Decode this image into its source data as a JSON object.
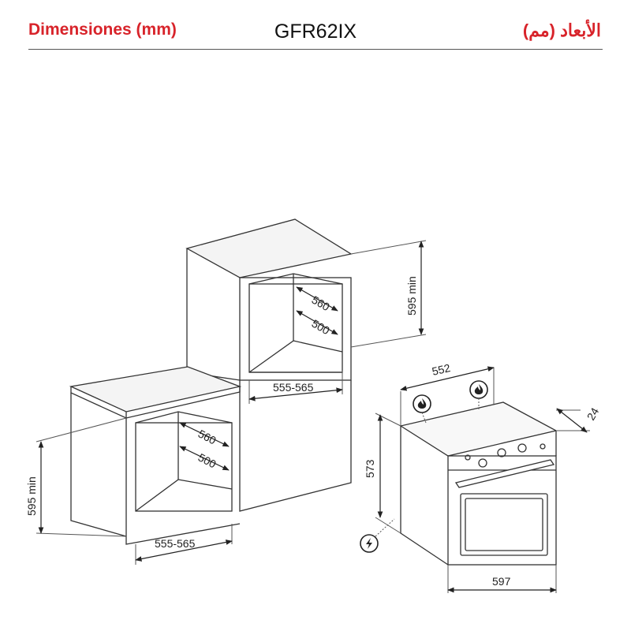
{
  "header": {
    "title_es": "Dimensiones (mm)",
    "model": "GFR62IX",
    "title_ar": "الأبعاد (مم)"
  },
  "colors": {
    "title_accent": "#d8232a",
    "line": "#333333",
    "fill_dark": "#f2f2f2"
  },
  "icons": {
    "gas_left": "gas-flame-icon",
    "gas_top": "gas-flame-icon",
    "power": "electric-bolt-icon"
  },
  "column_cabinet": {
    "depth_outer": "560",
    "depth_inner": "500",
    "width": "555-565",
    "height": "595 min"
  },
  "under_counter_cabinet": {
    "depth_outer": "560",
    "depth_inner": "500",
    "width": "555-565",
    "height": "595 min"
  },
  "oven": {
    "depth": "552",
    "door_thickness": "24",
    "height": "573",
    "width": "597"
  }
}
